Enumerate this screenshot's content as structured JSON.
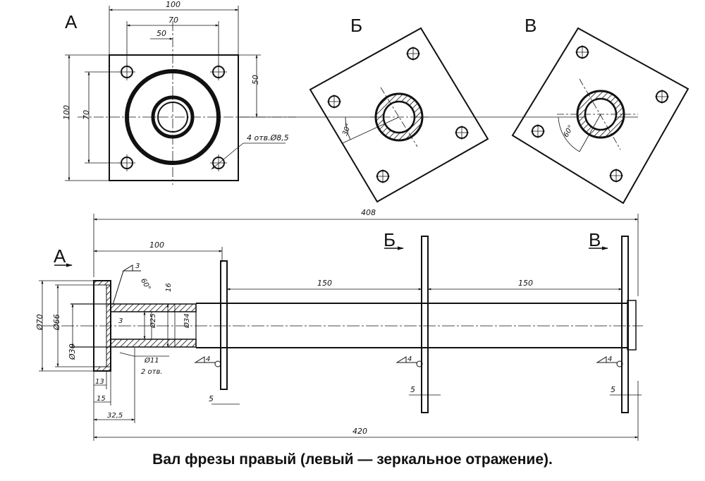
{
  "views": {
    "top_view_label": "А",
    "view_b_label": "Б",
    "view_v_label": "В"
  },
  "plan_view": {
    "dim_width": "100",
    "dim_holes_spacing": "70",
    "dim_half": "50",
    "dim_height": "100",
    "dim_holes_vertical": "70",
    "dim_right": "50",
    "holes_note": "4 отв.Ø8,5"
  },
  "rotated_views": {
    "angle_b": "30°",
    "angle_v": "60°"
  },
  "section": {
    "arrow_a": "А",
    "arrow_b": "Б",
    "arrow_v": "В",
    "dim_overall_top": "408",
    "dim_overall_bottom": "420",
    "dim_100": "100",
    "dim_150_a": "150",
    "dim_150_b": "150",
    "dim_outer": "Ø70",
    "dim_inner": "Ø66",
    "dim_bore": "Ø30",
    "dim_25": "Ø25",
    "dim_34": "Ø34",
    "dim_16": "16",
    "dim_3": "3",
    "dim_13": "13",
    "dim_15": "15",
    "dim_325": "32,5",
    "dim_5a": "5",
    "dim_5b": "5",
    "dim_5c": "5",
    "chamfer_angle": "60°",
    "holes_11": "Ø11",
    "holes_11_count": "2 отв.",
    "weld_3": "3",
    "weld_4a": "4",
    "weld_4b": "4",
    "weld_4c": "4"
  },
  "caption": "Вал фрезы правый (левый — зеркальное отражение)."
}
